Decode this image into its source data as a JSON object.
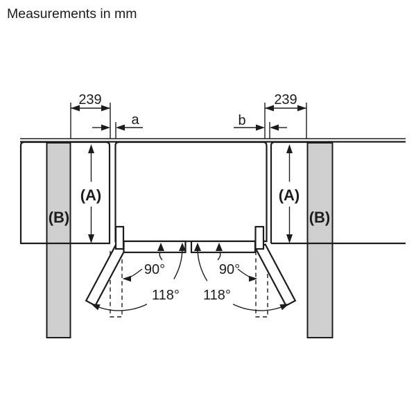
{
  "title": "Measurements in mm",
  "colors": {
    "line": "#1c1c1c",
    "wall_fill": "#cfcfcf",
    "background": "#ffffff"
  },
  "dimensions": {
    "left_clearance": "239",
    "right_clearance": "239",
    "gap_left": "a",
    "gap_right": "b"
  },
  "labels": {
    "niche_height_left": "(A)",
    "niche_height_right": "(A)",
    "wall_left": "(B)",
    "wall_right": "(B)"
  },
  "angles": {
    "left_90": "90°",
    "left_118": "118°",
    "right_90": "90°",
    "right_118": "118°"
  }
}
